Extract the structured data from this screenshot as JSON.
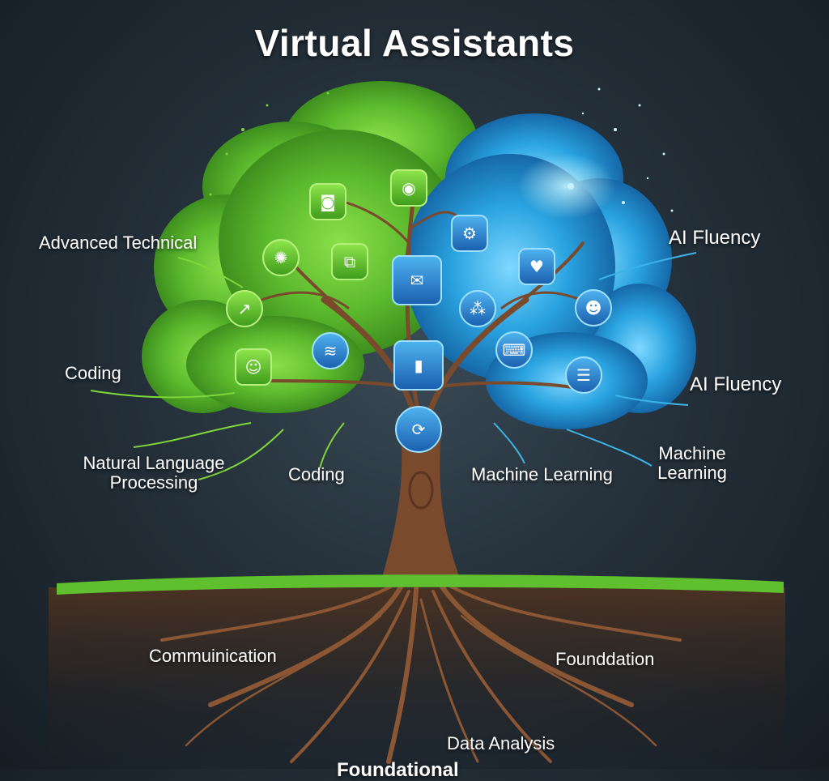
{
  "title": "Virtual Assistants",
  "labels": {
    "advanced_technical": "Advanced Technical",
    "coding_left": "Coding",
    "nlp": "Natural Language\nProcessing",
    "coding_center": "Coding",
    "machine_learning_center": "Machine Learning",
    "machine_learning_right": "Machine\nLearning",
    "ai_fluency_top": "AI Fluency",
    "ai_fluency_mid": "AI Fluency",
    "communication": "Commuinication",
    "foundation": "Founddation",
    "data_analysis": "Data Analysis",
    "foundational_cut": "Foundational"
  },
  "colors": {
    "green_canopy": "#5fc43a",
    "blue_canopy": "#2fa8e6",
    "trunk": "#7a4a2c",
    "ground": "#5fbf2e",
    "green_line": "#7dd63a",
    "blue_line": "#3ab4e6"
  },
  "icons": [
    {
      "name": "camera-app-icon",
      "style": "green"
    },
    {
      "name": "webcam-icon",
      "style": "green"
    },
    {
      "name": "gear-icon",
      "style": "blue"
    },
    {
      "name": "bug-circuit-icon",
      "style": "green"
    },
    {
      "name": "puzzle-icon",
      "style": "green"
    },
    {
      "name": "mail-icon",
      "style": "blue"
    },
    {
      "name": "chat-heart-icon",
      "style": "blue"
    },
    {
      "name": "chart-line-icon",
      "style": "green"
    },
    {
      "name": "network-nodes-icon",
      "style": "blue"
    },
    {
      "name": "robot-avatar-icon",
      "style": "blue"
    },
    {
      "name": "user-profile-icon",
      "style": "green"
    },
    {
      "name": "signal-chart-icon",
      "style": "blue"
    },
    {
      "name": "bar-chart-icon",
      "style": "blue"
    },
    {
      "name": "code-window-icon",
      "style": "blue"
    },
    {
      "name": "checklist-icon",
      "style": "blue"
    },
    {
      "name": "gears-cycle-icon",
      "style": "blue"
    }
  ]
}
